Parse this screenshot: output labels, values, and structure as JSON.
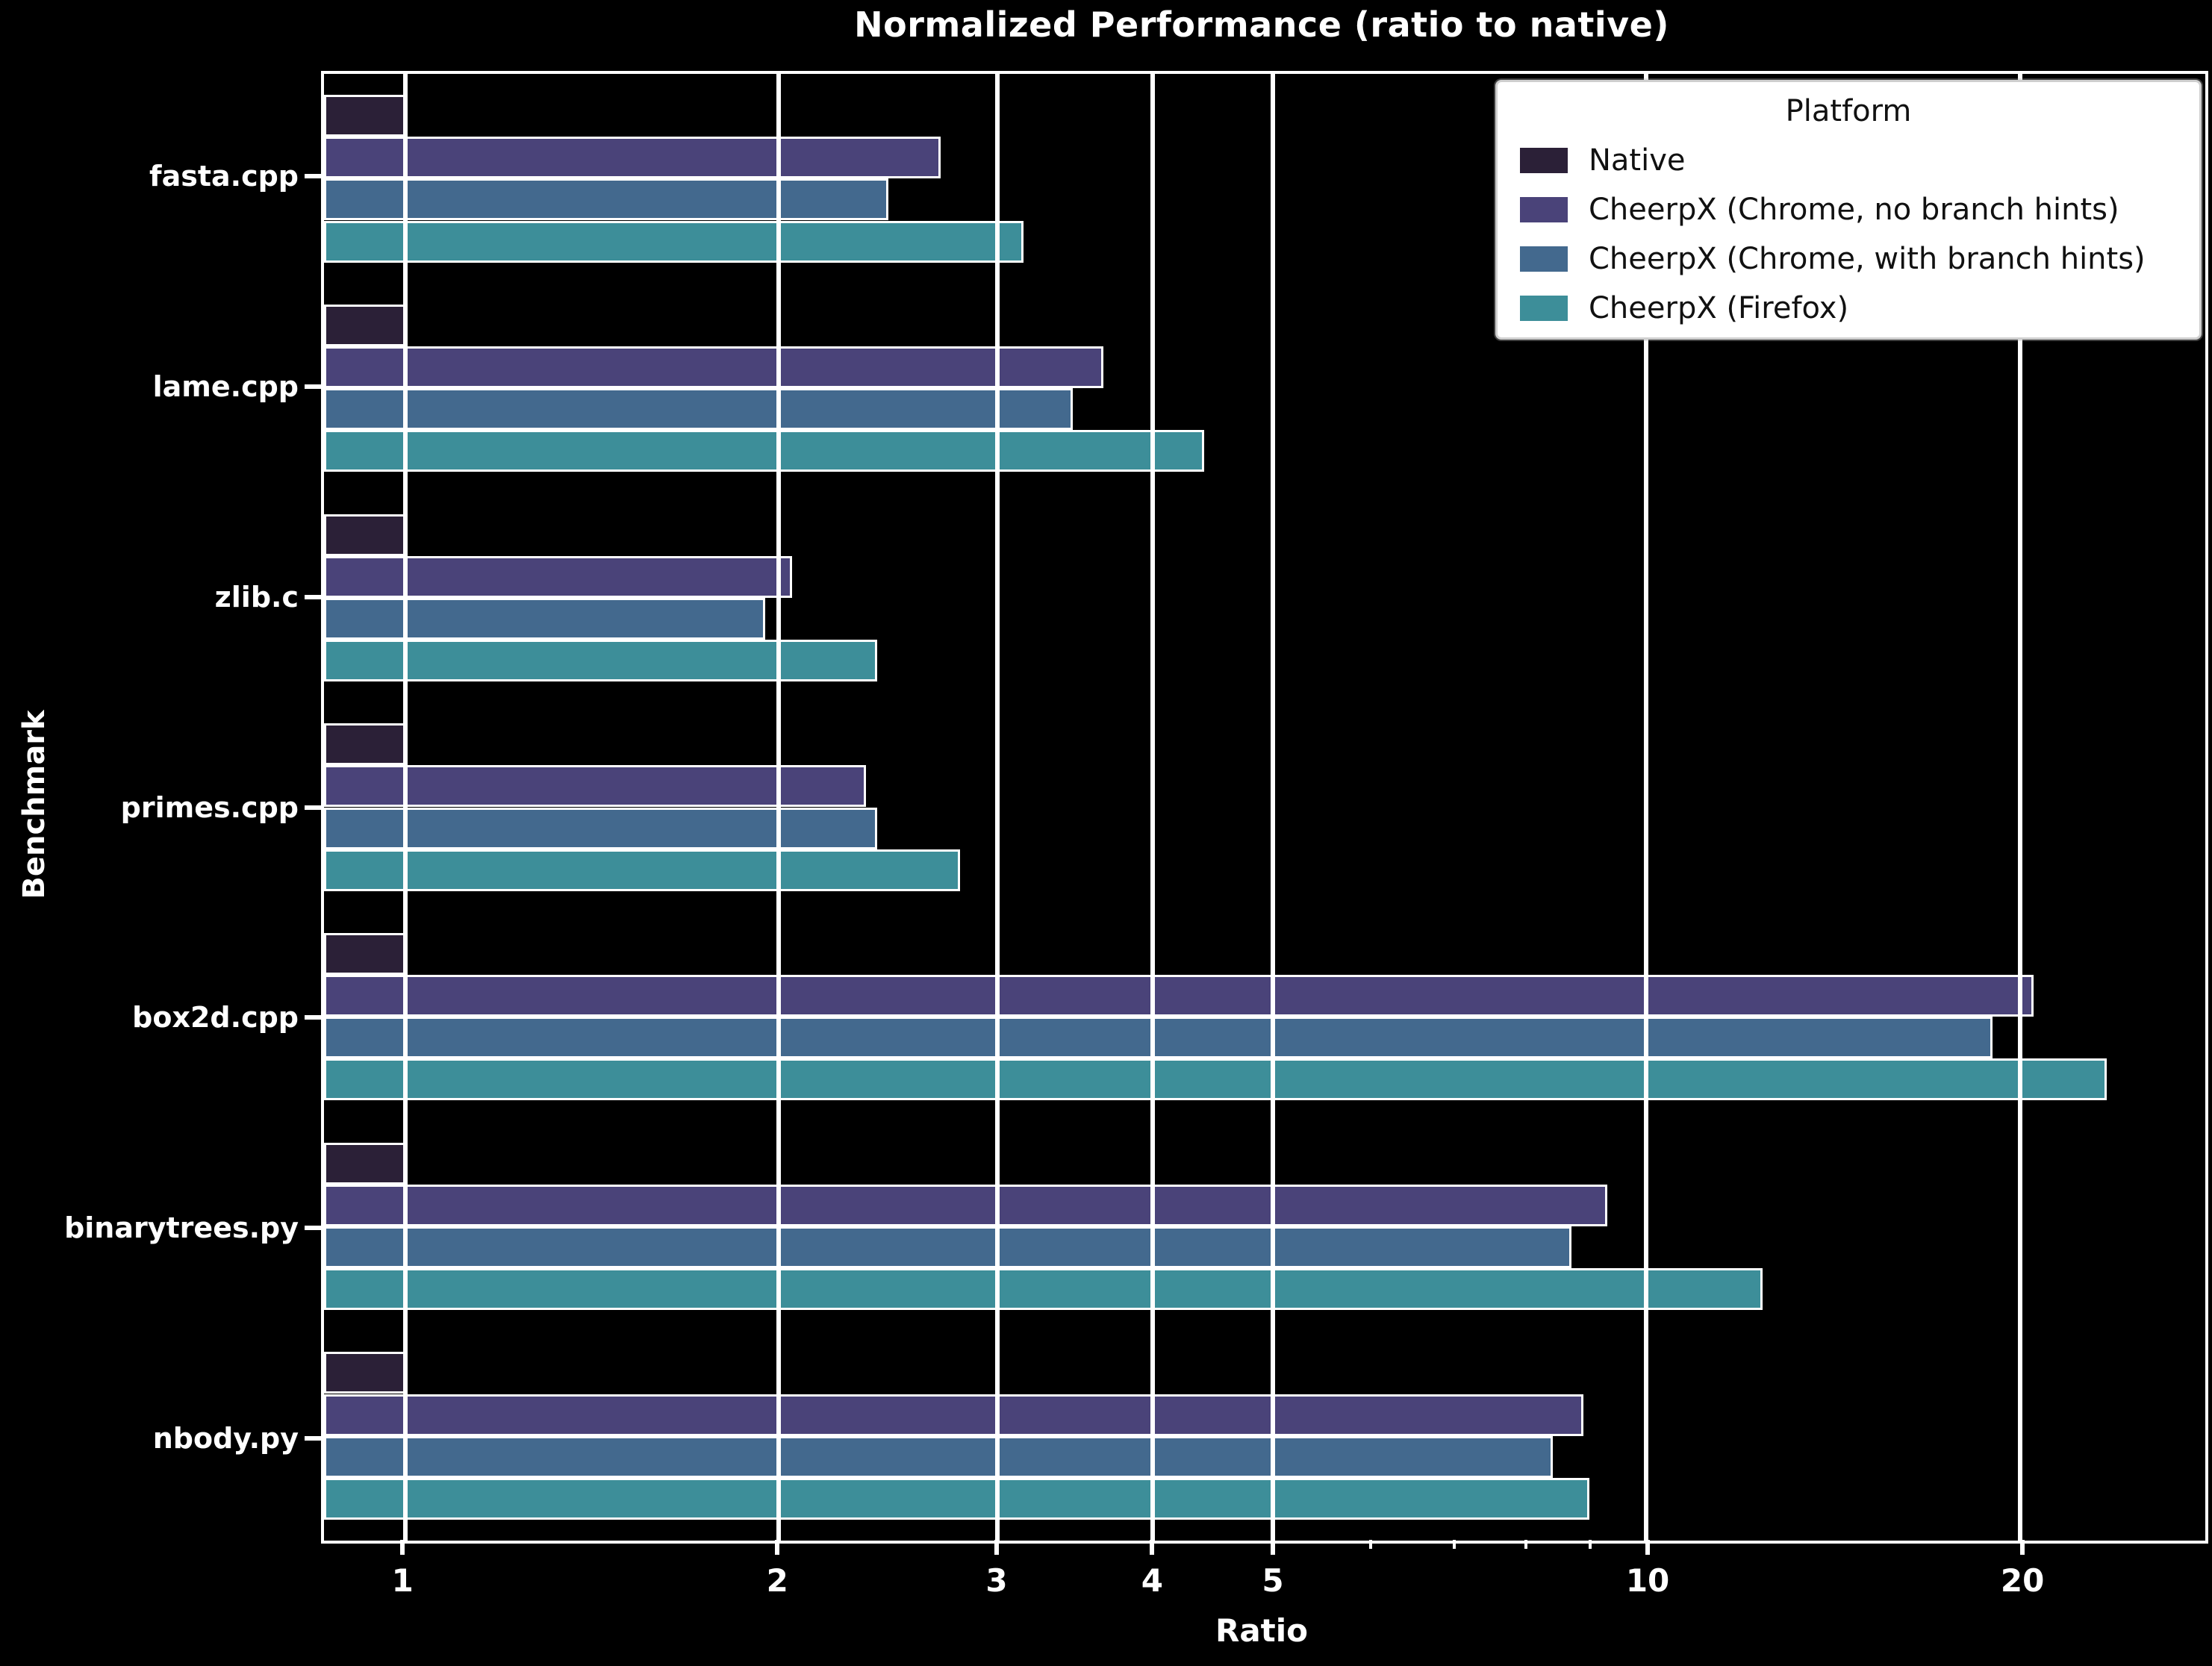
{
  "title": "Normalized Performance (ratio to native)",
  "xlabel": "Ratio",
  "ylabel": "Benchmark",
  "legend": {
    "title": "Platform",
    "position": "upper right"
  },
  "colors": {
    "background": "#000000",
    "text": "#ffffff",
    "grid": "#ffffff",
    "legend_background": "#ffffff",
    "legend_border": "#cfcfcf",
    "native": "#2b2037",
    "chrome_no_hints": "#4a4379",
    "chrome_with_hints": "#43698e",
    "firefox": "#3d8e99"
  },
  "chart_data": {
    "type": "bar",
    "orientation": "horizontal",
    "x_scale": "log",
    "grid": "major-x gridlines, white, drawn on top of bars",
    "legend_position": "upper right",
    "title": "Normalized Performance (ratio to native)",
    "xlabel": "Ratio",
    "ylabel": "Benchmark",
    "xlim": [
      0.86,
      28.2
    ],
    "x_ticks": [
      1,
      2,
      3,
      4,
      5,
      10,
      20
    ],
    "x_minor_ticks": [
      6,
      7,
      8,
      9
    ],
    "categories": [
      "fasta.cpp",
      "lame.cpp",
      "zlib.c",
      "primes.cpp",
      "box2d.cpp",
      "binarytrees.py",
      "nbody.py"
    ],
    "series": [
      {
        "name": "Native",
        "color": "#2b2037",
        "values": [
          1.0,
          1.0,
          1.0,
          1.0,
          1.0,
          1.0,
          1.0
        ]
      },
      {
        "name": "CheerpX (Chrome, no branch hints)",
        "color": "#4a4379",
        "values": [
          2.7,
          3.65,
          2.05,
          2.35,
          20.5,
          9.3,
          8.9
        ]
      },
      {
        "name": "CheerpX (Chrome, with branch hints)",
        "color": "#43698e",
        "values": [
          2.45,
          3.45,
          1.95,
          2.4,
          19.0,
          8.7,
          8.4
        ]
      },
      {
        "name": "CheerpX (Firefox)",
        "color": "#3d8e99",
        "values": [
          3.15,
          4.4,
          2.4,
          2.8,
          23.5,
          12.4,
          9.0
        ]
      }
    ]
  }
}
